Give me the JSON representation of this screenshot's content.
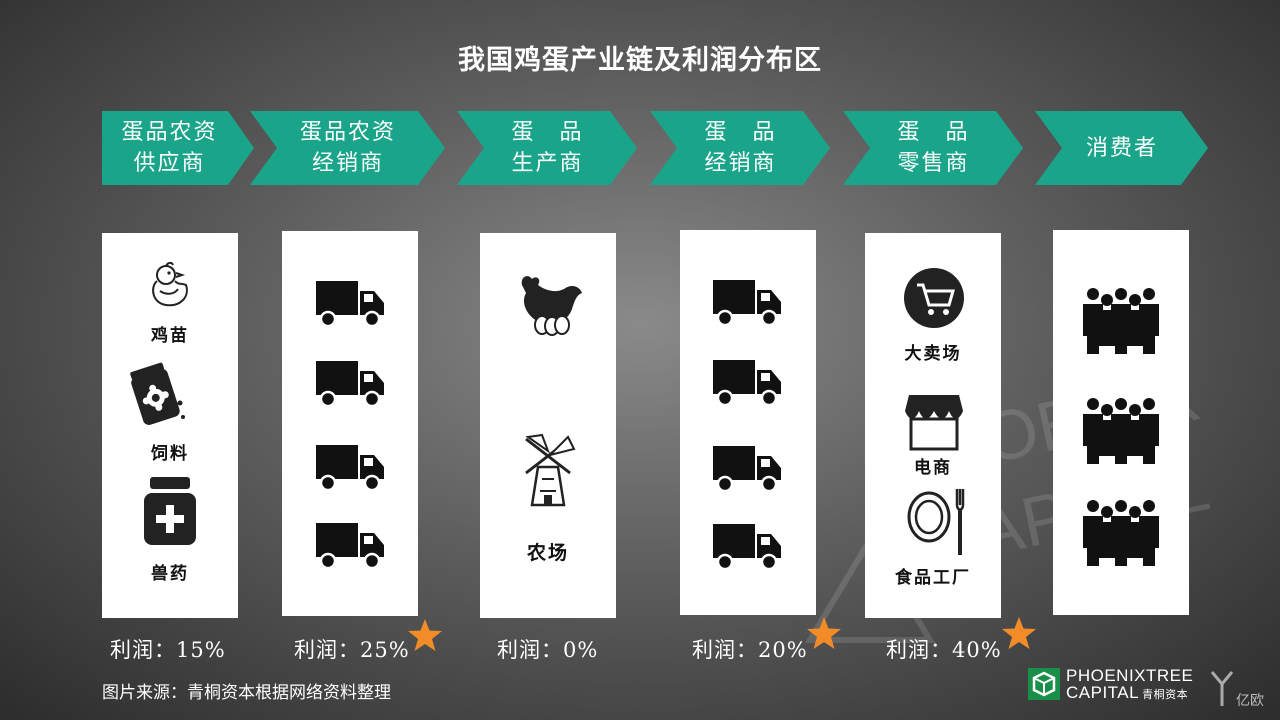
{
  "title": "我国鸡蛋产业链及利润分布区",
  "chain": [
    {
      "line1": "蛋品农资",
      "line2": "供应商"
    },
    {
      "line1": "蛋品农资",
      "line2": "经销商"
    },
    {
      "line1": "蛋　品",
      "line2": "生产商"
    },
    {
      "line1": "蛋　品",
      "line2": "经销商"
    },
    {
      "line1": "蛋　品",
      "line2": "零售商"
    },
    {
      "line1": "消费者",
      "line2": ""
    }
  ],
  "cards": {
    "supplier": {
      "chick": "鸡苗",
      "feed": "饲料",
      "vet": "兽药"
    },
    "producer": {
      "farm": "农场"
    },
    "retailer": {
      "mall": "大卖场",
      "ecom": "电商",
      "factory": "食品工厂"
    }
  },
  "profits": [
    {
      "label": "利润：15%"
    },
    {
      "label": "利润：25%"
    },
    {
      "label": "利润：0%"
    },
    {
      "label": "利润：20%"
    },
    {
      "label": "利润：40%"
    }
  ],
  "source": "图片来源：青桐资本根据网络资料整理",
  "logo": {
    "line1": "PHOENIXTREE",
    "line2": "CAPITAL",
    "cn": "青桐资本"
  },
  "watermark": {
    "brand": "亿欧"
  },
  "colors": {
    "chevron": "#1aa58a",
    "star": "#f28c28",
    "card": "#ffffff"
  }
}
